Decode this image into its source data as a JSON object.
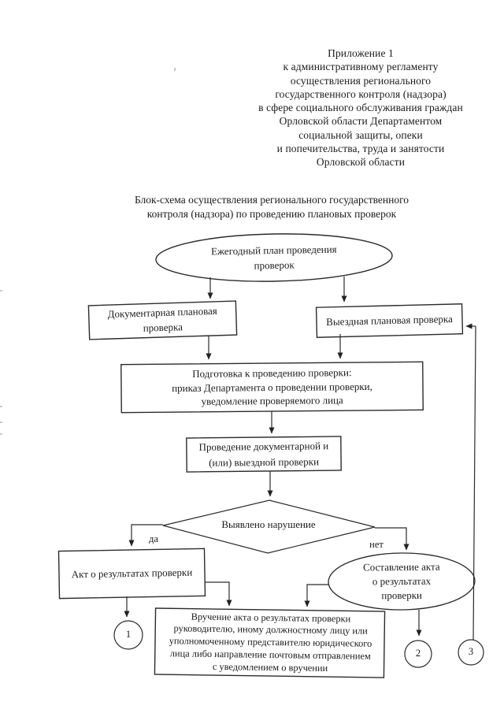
{
  "document": {
    "header_lines": [
      "Приложение 1",
      "к административному регламенту",
      "осуществления регионального",
      "государственного контроля (надзора)",
      "в сфере социального обслуживания граждан",
      "Орловской области Департаментом",
      "социальной защиты, опеки",
      "и попечительства, труда и занятости",
      "Орловской области"
    ],
    "title_lines": [
      "Блок-схема осуществления регионального государственного",
      "контроля (надзора) по проведению плановых проверок"
    ]
  },
  "flowchart": {
    "annual_plan": {
      "type": "ellipse",
      "lines": [
        "Ежегодный план проведения",
        "проверок"
      ]
    },
    "documentary_check": {
      "type": "rect",
      "lines": [
        "Документарная плановая",
        "проверка"
      ]
    },
    "field_check": {
      "type": "rect",
      "lines": [
        "Выездная плановая проверка"
      ]
    },
    "preparation": {
      "type": "rect",
      "lines": [
        "Подготовка к проведению проверки:",
        "приказ Департамента о проведении проверки,",
        "уведомление проверяемого лица"
      ]
    },
    "conduct": {
      "type": "rect",
      "lines": [
        "Проведение документарной и",
        "(или) выездной проверки"
      ]
    },
    "decision": {
      "type": "diamond",
      "lines": [
        "Выявлено нарушение"
      ],
      "yes_label": "да",
      "no_label": "нет"
    },
    "act_result": {
      "type": "rect",
      "lines": [
        "Акт о результатах проверки"
      ]
    },
    "act_drafting": {
      "type": "ellipse",
      "lines": [
        "Составление акта",
        "о результатах",
        "проверки"
      ]
    },
    "act_delivery": {
      "type": "rect",
      "lines": [
        "Вручение акта о результатах проверки",
        "руководителю, иному должностному лицу или",
        "уполномоченному представителю юридического",
        "лица либо направление почтовым отправлением",
        "с уведомлением о вручении"
      ]
    },
    "connectors": {
      "c1": "1",
      "c2": "2",
      "c3": "3"
    }
  },
  "colors": {
    "ink": "#1b1b1b",
    "line": "#2b2b2b",
    "background": "#ffffff"
  }
}
